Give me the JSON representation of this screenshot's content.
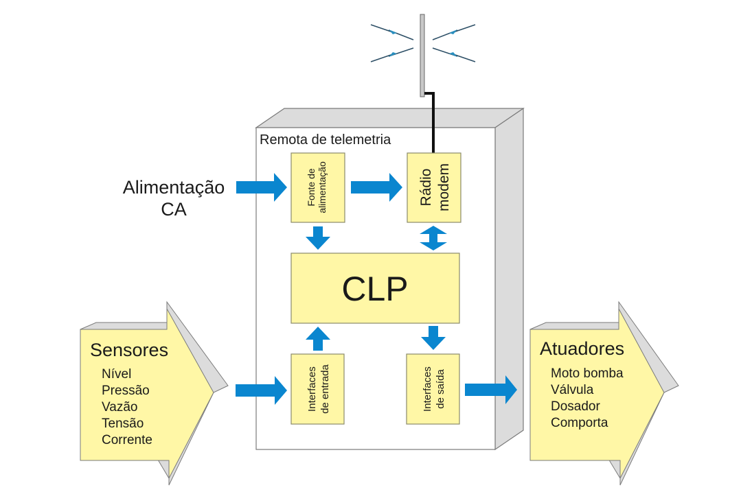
{
  "colors": {
    "box_fill": "#fff7a6",
    "box_stroke": "#8a8a6a",
    "arrow_blue": "#0a86cf",
    "enclosure_side": "#dcdcdc",
    "enclosure_stroke": "#7a7a7a",
    "antenna": "#c8c8c8",
    "cable": "#111111",
    "signal": "#2a8fbf"
  },
  "enclosure": {
    "title": "Remota de telemetria"
  },
  "power_input": {
    "line1": "Alimentação",
    "line2": "CA"
  },
  "blocks": {
    "power_supply": {
      "line1": "Fonte de",
      "line2": "alimentação"
    },
    "radio_modem": {
      "line1": "Rádio",
      "line2": "modem"
    },
    "plc": {
      "label": "CLP"
    },
    "input_interfaces": {
      "line1": "Interfaces",
      "line2": "de entrada"
    },
    "output_interfaces": {
      "line1": "Interfaces",
      "line2": "de saída"
    }
  },
  "sensors": {
    "title": "Sensores",
    "items": [
      "Nível",
      "Pressão",
      "Vazão",
      "Tensão",
      "Corrente"
    ]
  },
  "actuators": {
    "title": "Atuadores",
    "items": [
      "Moto bomba",
      "Válvula",
      "Dosador",
      "Comporta"
    ]
  }
}
